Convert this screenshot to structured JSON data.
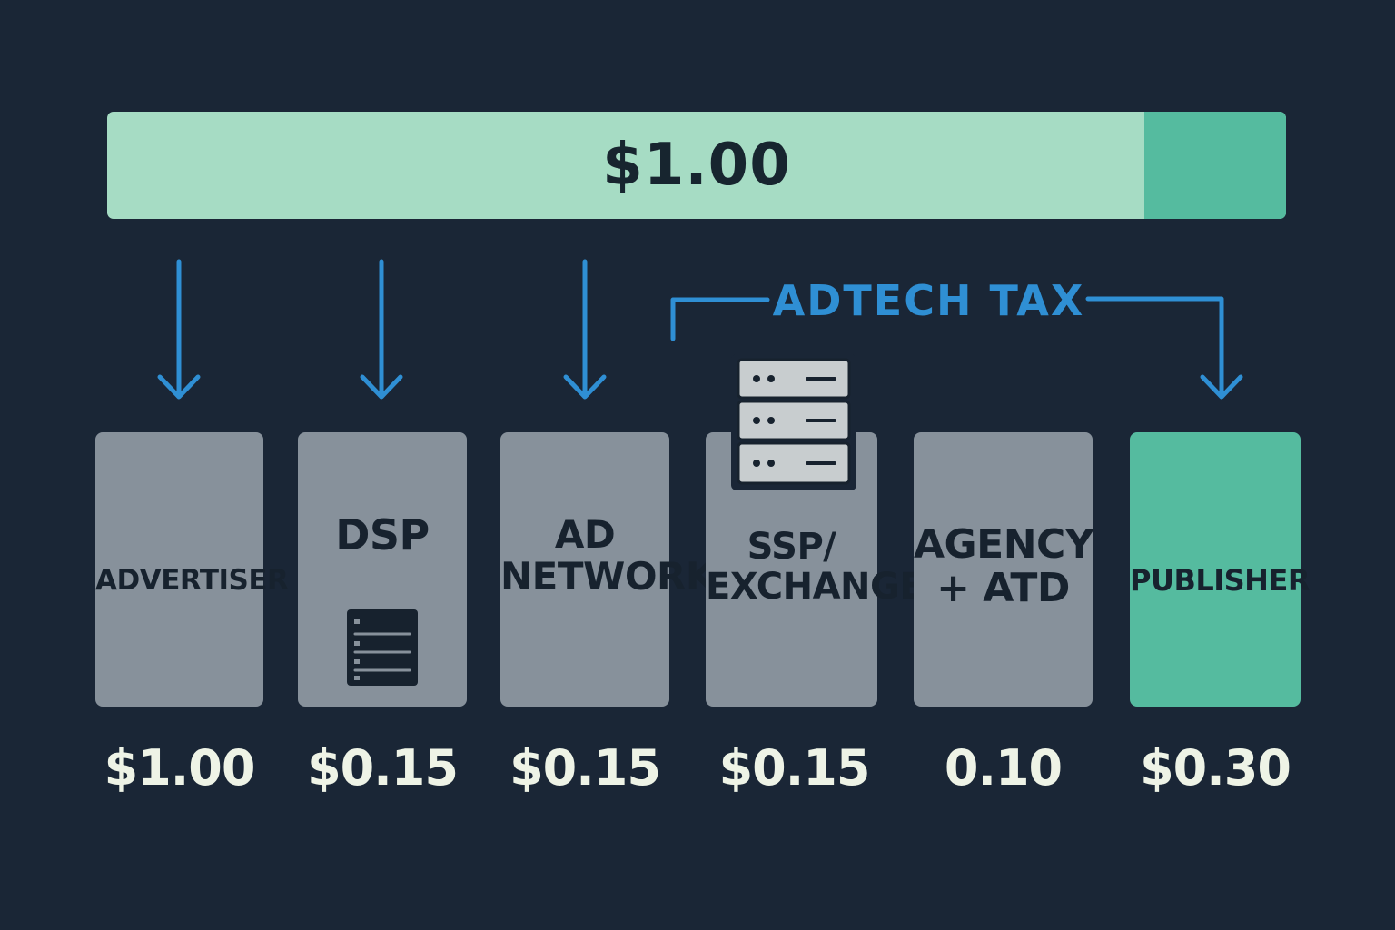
{
  "total": {
    "label": "$1.00",
    "highlight_fraction": 0.12
  },
  "bracket_label": "ADTECH TAX",
  "stages": [
    {
      "name": "ADVERTISER",
      "amount": "$1.00"
    },
    {
      "name": "DSP",
      "amount": "$0.15"
    },
    {
      "name": "AD\nNETWORK",
      "amount": "$0.15"
    },
    {
      "name": "SSP/\nEXCHANGE",
      "amount": "$0.15"
    },
    {
      "name": "AGENCY\n+ ATD",
      "amount": "0.10"
    },
    {
      "name": "PUBLISHER",
      "amount": "$0.30"
    }
  ],
  "icons": {
    "dsp": "server-rack-icon",
    "ssp": "server-stack-icon"
  },
  "colors": {
    "background": "#1a2636",
    "bar_light": "#a6dcc4",
    "bar_accent": "#55bb9f",
    "box_gray": "#87919b",
    "publisher": "#55bb9f",
    "arrow_blue": "#2f8fd4",
    "amount_text": "#eef3e6"
  }
}
